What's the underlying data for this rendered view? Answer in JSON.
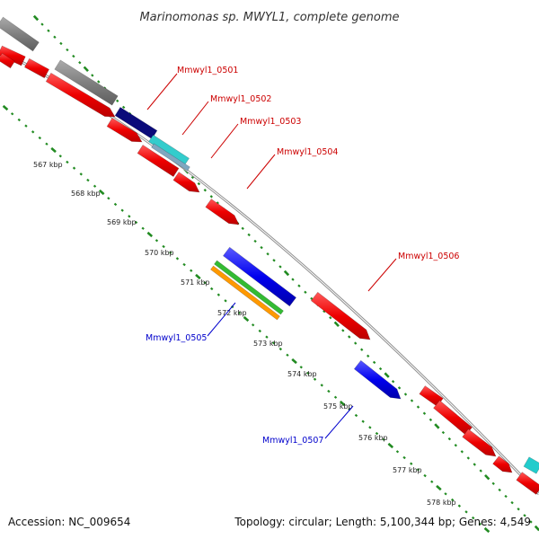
{
  "title": "Marinomonas sp. MWYL1, complete genome",
  "footer": {
    "accession": "Accession: NC_009654",
    "summary": "Topology: circular; Length: 5,100,344 bp; Genes: 4,549"
  },
  "colors": {
    "forward_cds": "#ff0000",
    "reverse_cds": "#0000ee",
    "gray_feature": "#808080",
    "backbone": "#909090",
    "tick_marks": "#228b22",
    "label_forward": "#cc0000",
    "label_reverse": "#0000cc"
  },
  "axis": {
    "unit": "kbp",
    "tick_labels": [
      "567 kbp",
      "568 kbp",
      "569 kbp",
      "570 kbp",
      "571 kbp",
      "572 kbp",
      "573 kbp",
      "574 kbp",
      "575 kbp",
      "576 kbp",
      "577 kbp",
      "578 kbp"
    ]
  },
  "genes": {
    "forward": [
      "Mmwyl1_0501",
      "Mmwyl1_0502",
      "Mmwyl1_0503",
      "Mmwyl1_0504",
      "Mmwyl1_0506"
    ],
    "reverse": [
      "Mmwyl1_0505",
      "Mmwyl1_0507"
    ]
  }
}
